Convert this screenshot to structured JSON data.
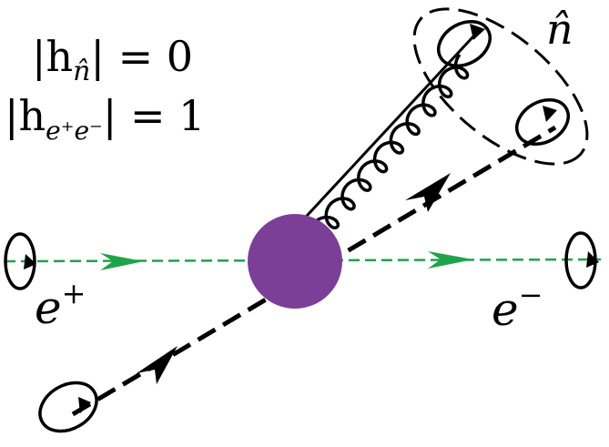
{
  "labels": {
    "helicity_n_left": "|h",
    "helicity_n_sub": "n̂",
    "helicity_n_right": "| = 0",
    "helicity_ee_left": "|h",
    "helicity_ee_sub": "e⁺e⁻",
    "helicity_ee_right": "| = 1",
    "positron": "e",
    "positron_sup": "+",
    "electron": "e",
    "electron_sup": "−",
    "n_hat": "n̂"
  },
  "colors": {
    "vertex": "#7b3f98",
    "lepton_line": "#1fa34a",
    "quark_line": "#000000",
    "background": "#ffffff"
  },
  "icons": {
    "vertex": "filled-circle",
    "helicity_loop": "ellipse-with-arrow",
    "gluon": "coil-line",
    "jet_cone": "dashed-ellipse"
  }
}
